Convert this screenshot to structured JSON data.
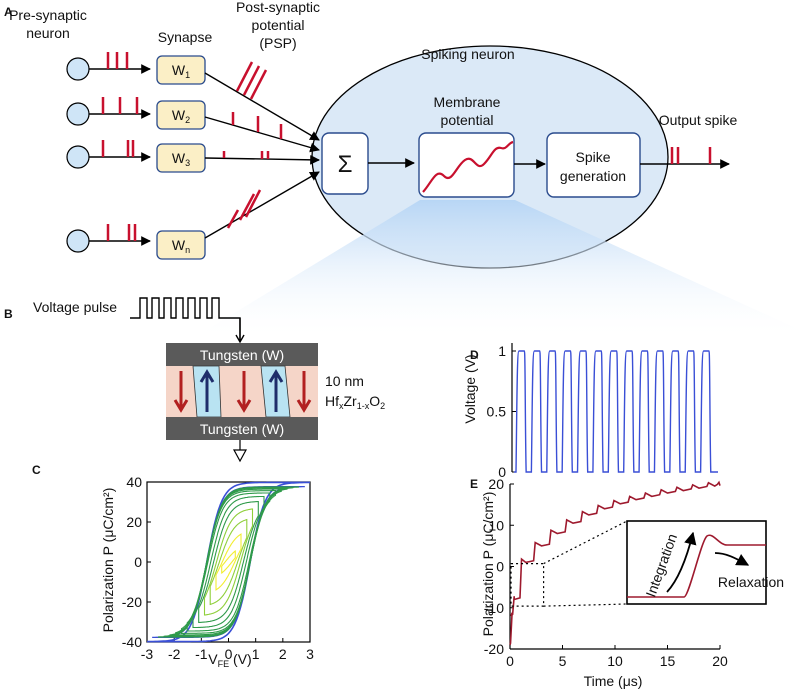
{
  "panelA": {
    "letter": "A",
    "pre_label_1": "Pre-synaptic",
    "pre_label_2": "neuron",
    "synapse_label": "Synapse",
    "psp_label_1": "Post-synaptic",
    "psp_label_2": "potential",
    "psp_label_3": "(PSP)",
    "spiking_label": "Spiking neuron",
    "weights": [
      {
        "main": "W",
        "sub": "1"
      },
      {
        "main": "W",
        "sub": "2"
      },
      {
        "main": "W",
        "sub": "3"
      },
      {
        "main": "W",
        "sub": "n"
      }
    ],
    "sum_symbol": "Σ",
    "membrane_1": "Membrane",
    "membrane_2": "potential",
    "spike_gen_1": "Spike",
    "spike_gen_2": "generation",
    "output_label": "Output spike"
  },
  "panelB": {
    "letter": "B",
    "pulse_label": "Voltage pulse",
    "top_electrode": "Tungsten (W)",
    "bottom_electrode": "Tungsten (W)",
    "thickness": "10 nm",
    "material": {
      "p1": "Hf",
      "s1": "x",
      "p2": "Zr",
      "s2": "1-x",
      "p3": "O",
      "s3": "2"
    }
  },
  "panelC": {
    "letter": "C",
    "chart_data": {
      "type": "line",
      "title": "",
      "xlabel_main": "V",
      "xlabel_sub": "FE",
      "xlabel_unit": " (V)",
      "ylabel": "Polarization P (μC/cm²)",
      "xlim": [
        -3,
        3
      ],
      "ylim": [
        -40,
        40
      ],
      "xticks": [
        -3,
        -2,
        -1,
        0,
        1,
        2,
        3
      ],
      "yticks": [
        -40,
        -20,
        0,
        20,
        40
      ],
      "series": [
        {
          "color": "#3a4fd6",
          "Vmax": 3.0,
          "Pmax": 40
        },
        {
          "color": "#2f8a4a",
          "Vmax": 1.5,
          "Pmax": 30
        },
        {
          "color": "#5fbf38",
          "Vmax": 1.0,
          "Pmax": 18
        },
        {
          "color": "#a9dd3a",
          "Vmax": 0.6,
          "Pmax": 9
        },
        {
          "color": "#f2ee30",
          "Vmax": 0.3,
          "Pmax": 4
        }
      ]
    }
  },
  "panelD": {
    "letter": "D",
    "chart_data": {
      "type": "line",
      "title": "",
      "xlabel": "",
      "ylabel": "Voltage (V)",
      "ylim": [
        0,
        1
      ],
      "yticks": [
        0,
        0.5,
        1
      ],
      "pulses": 13,
      "color": "#3a4fd6"
    }
  },
  "panelE": {
    "letter": "E",
    "chart_data": {
      "type": "line",
      "title": "",
      "xlabel": "Time (μs)",
      "ylabel": "Polarization P (μC/cm²)",
      "xlim": [
        0,
        20
      ],
      "ylim": [
        -20,
        20
      ],
      "xticks": [
        0,
        5,
        10,
        15,
        20
      ],
      "yticks": [
        -20,
        -10,
        0,
        10,
        20
      ],
      "series": [
        {
          "t": [
            0,
            0.1,
            0.4,
            1.5,
            3.0,
            4.5,
            6.0,
            7.5,
            9.0,
            10.5,
            12.0,
            13.5,
            15.0,
            16.5,
            18.0,
            19.5,
            20.0
          ],
          "P": [
            -19,
            -12,
            -8,
            1,
            5,
            8,
            10.5,
            12.5,
            14,
            15.2,
            16.2,
            17,
            17.8,
            18.4,
            19,
            19.5,
            19.6
          ]
        }
      ],
      "color": "#9e1a2e"
    },
    "inset_integration": "Integration",
    "inset_relaxation": "Relaxation"
  }
}
